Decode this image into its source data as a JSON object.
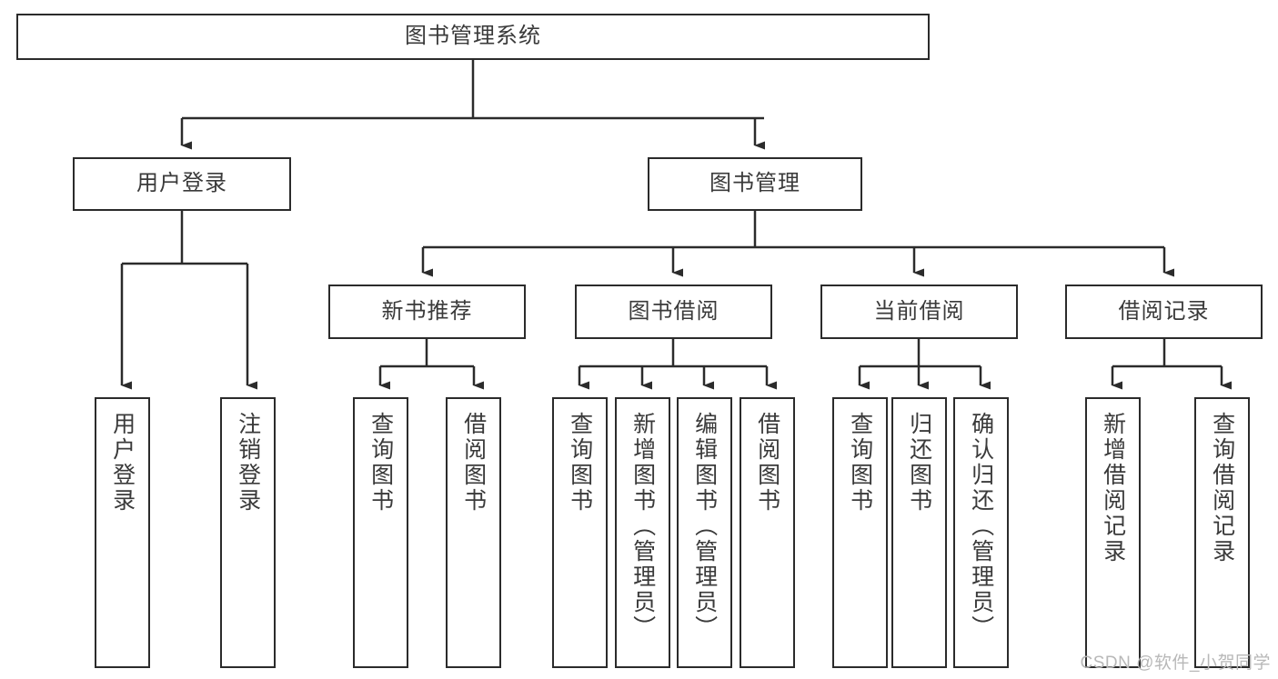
{
  "diagram": {
    "title": "图书管理系统",
    "type": "功能结构图",
    "stroke_color": "#2b2b2b",
    "text_color": "#3a3a3a",
    "background_color": "#ffffff",
    "watermark": "CSDN @软件_小贺同学"
  },
  "nodes": {
    "root": {
      "label": "图书管理系统"
    },
    "level1": [
      {
        "label": "用户登录"
      },
      {
        "label": "图书管理"
      }
    ],
    "level2": [
      {
        "label": "新书推荐"
      },
      {
        "label": "图书借阅"
      },
      {
        "label": "当前借阅"
      },
      {
        "label": "借阅记录"
      }
    ],
    "leaves": {
      "user_login": [
        {
          "label": "用户登录"
        },
        {
          "label": "注销登录"
        }
      ],
      "new_book_recommend": [
        {
          "label": "查询图书"
        },
        {
          "label": "借阅图书"
        }
      ],
      "book_borrow": [
        {
          "label": "查询图书"
        },
        {
          "label": "新增图书（管理员）"
        },
        {
          "label": "编辑图书（管理员）"
        },
        {
          "label": "借阅图书"
        }
      ],
      "current_borrow": [
        {
          "label": "查询图书"
        },
        {
          "label": "归还图书"
        },
        {
          "label": "确认归还（管理员）"
        }
      ],
      "borrow_record": [
        {
          "label": "新增借阅记录"
        },
        {
          "label": "查询借阅记录"
        }
      ]
    }
  }
}
